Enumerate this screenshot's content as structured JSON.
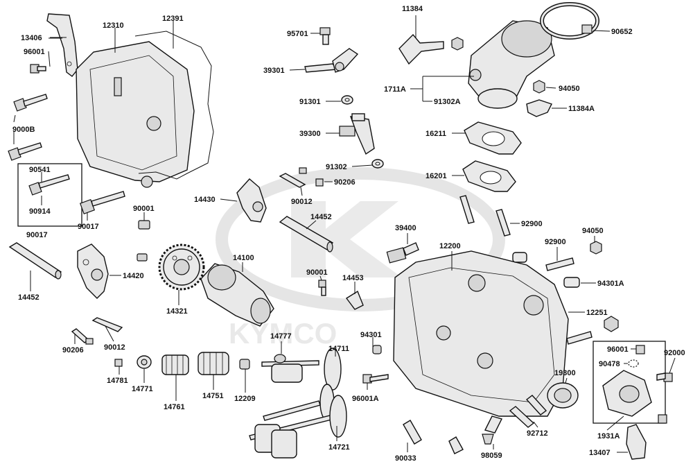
{
  "watermark": {
    "text": "KYMCO",
    "color": "#d8d8d8"
  },
  "colors": {
    "ink": "#111111",
    "part_fill": "#e9e9e9",
    "shade": "#bdbdbd"
  },
  "labels": {
    "p13406": "13406",
    "p96001": "96001",
    "p9000B": "9000B",
    "p90541": "90541",
    "p90914": "90914",
    "p90017a": "90017",
    "p90017b": "90017",
    "p12310": "12310",
    "p12391": "12391",
    "p90001a": "90001",
    "p14452a": "14452",
    "p14420": "14420",
    "p14321": "14321",
    "p14100": "14100",
    "p90206a": "90206",
    "p90012a": "90012",
    "p14781": "14781",
    "p14771": "14771",
    "p14761": "14761",
    "p14751": "14751",
    "p12209": "12209",
    "p14777": "14777",
    "p14711": "14711",
    "p14721": "14721",
    "p90033": "90033",
    "p98059": "98059",
    "p95701": "95701",
    "p39301": "39301",
    "p91301": "91301",
    "p39300": "39300",
    "p91302": "91302",
    "p90206b": "90206",
    "p90012b": "90012",
    "p14430": "14430",
    "p14452b": "14452",
    "p90001b": "90001",
    "p14453": "14453",
    "p94301": "94301",
    "p96001A": "96001A",
    "p11384": "11384",
    "p1711A": "1711A",
    "p91302A": "91302A",
    "p90652": "90652",
    "p94050a": "94050",
    "p11384A": "11384A",
    "p16211": "16211",
    "p16201": "16201",
    "p39400": "39400",
    "p12200": "12200",
    "p92900a": "92900",
    "p94050b": "94050",
    "p92900b": "92900",
    "p94301A": "94301A",
    "p12251": "12251",
    "p96001b": "96001",
    "p92000": "92000",
    "p90478": "90478",
    "p19300": "19300",
    "p92712": "92712",
    "p1931A": "1931A",
    "p13407": "13407"
  }
}
